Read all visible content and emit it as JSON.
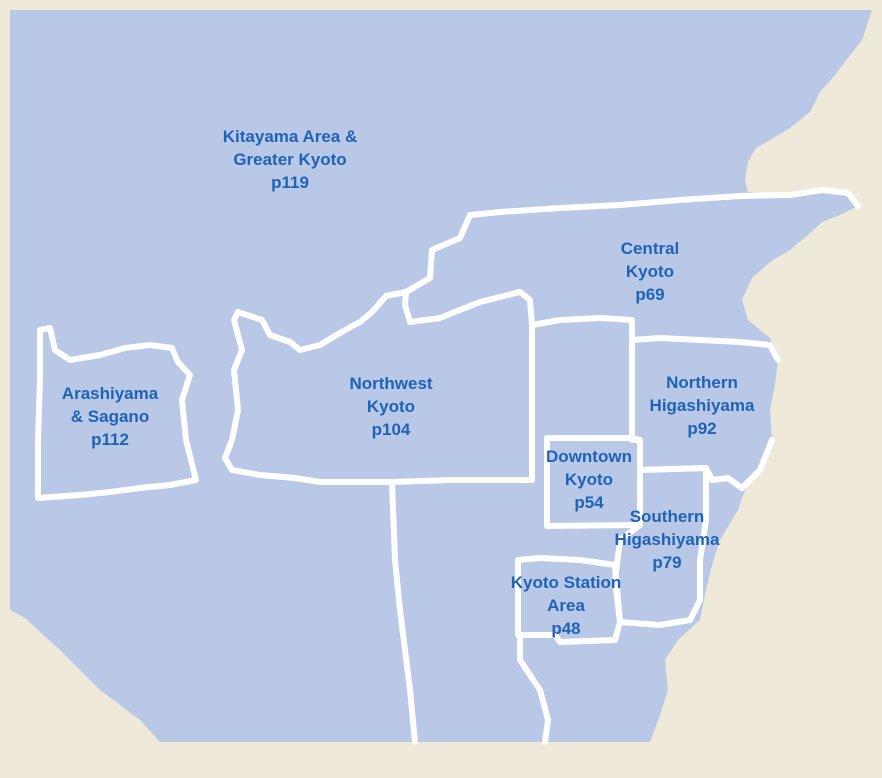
{
  "colors": {
    "land": "#b9c8e6",
    "outside": "#efe9d9",
    "boundary": "#ffffff",
    "label": "#1f63b7"
  },
  "regions": {
    "kitayama": {
      "line1": "Kitayama Area &",
      "line2": "Greater Kyoto",
      "page": "p119"
    },
    "arashiyama": {
      "line1": "Arashiyama",
      "line2": "& Sagano",
      "page": "p112"
    },
    "northwest": {
      "line1": "Northwest",
      "line2": "Kyoto",
      "page": "p104"
    },
    "central": {
      "line1": "Central",
      "line2": "Kyoto",
      "page": "p69"
    },
    "northern_higashiyama": {
      "line1": "Northern",
      "line2": "Higashiyama",
      "page": "p92"
    },
    "downtown": {
      "line1": "Downtown",
      "line2": "Kyoto",
      "page": "p54"
    },
    "southern_higashiyama": {
      "line1": "Southern",
      "line2": "Higashiyama",
      "page": "p79"
    },
    "kyoto_station": {
      "line1": "Kyoto Station",
      "line2": "Area",
      "page": "p48"
    }
  }
}
